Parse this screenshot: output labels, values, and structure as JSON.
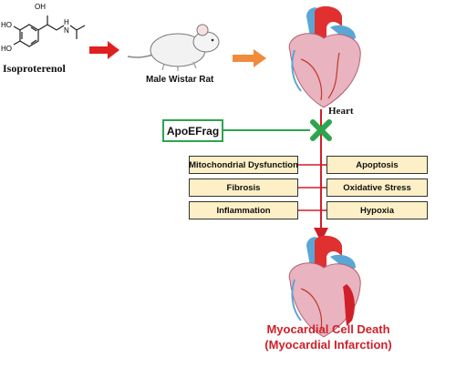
{
  "labels": {
    "drug": "Isoproterenol",
    "animal": "Male Wistar Rat",
    "organ": "Heart",
    "treatment": "ApoEFrag"
  },
  "chem_labels": {
    "oh_top": "OH",
    "ho_1": "HO",
    "ho_2": "HO",
    "nh": "N",
    "h": "H"
  },
  "effects": {
    "left": [
      "Mitochondrial Dysfunction",
      "Fibrosis",
      "Inflammation"
    ],
    "right": [
      "Apoptosis",
      "Oxidative Stress",
      "Hypoxia"
    ]
  },
  "outcome": {
    "line1": "Myocardial Cell Death",
    "line2": "(Myocardial Infarction)"
  },
  "colors": {
    "red_arrow": "#d11f2a",
    "orange_arrow": "#f08a3c",
    "green": "#2ea44f",
    "box_fill": "#fdf0c6",
    "outcome_text": "#d0202a"
  },
  "icons": [
    "rat-icon",
    "heart-icon",
    "inhibition-x-icon"
  ]
}
